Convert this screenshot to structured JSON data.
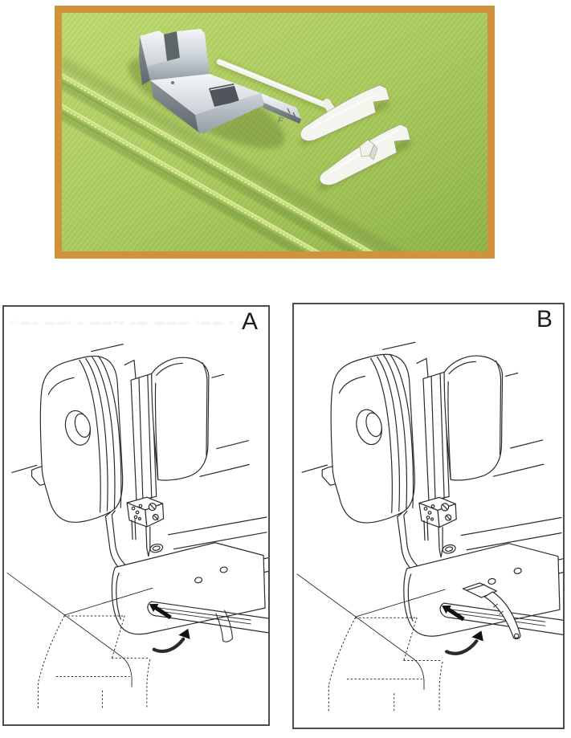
{
  "photo": {
    "border_color": "#d0923b",
    "fabric": {
      "base": "#abcb5e",
      "light": "#bed970",
      "dark": "#8fb448"
    },
    "foot_marking": "F",
    "object_names": [
      "presser-foot",
      "quilting-guide-rod",
      "edge-guide-large",
      "edge-guide-small",
      "twin-welt-seams"
    ]
  },
  "panels": [
    {
      "label": "A",
      "ghost_text": "··—– ——·  – ——·– –—  ——― ·—— —·– ――·"
    },
    {
      "label": "B"
    }
  ],
  "artwork": {
    "line_color": "#2b2b2b",
    "panel_border_color": "#4d4d4d"
  }
}
